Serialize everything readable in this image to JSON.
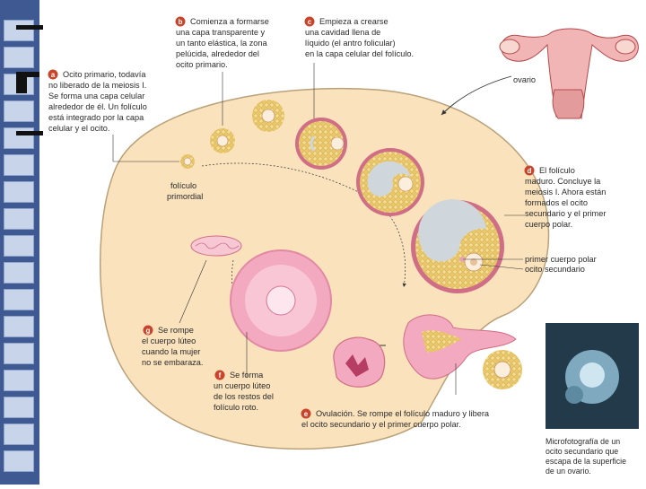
{
  "labels": {
    "a": "a",
    "a_lines": [
      "Ocito primario, todavía",
      "no liberado de la meiosis I.",
      "Se forma una capa celular",
      "alrededor de él. Un folículo",
      "está integrado por la capa",
      "celular y el ocito."
    ],
    "b": "b",
    "b_lines": [
      "Comienza a formarse",
      "una capa transparente y",
      "un tanto elástica, la zona",
      "pelúcida, alrededor del",
      "ocito primario."
    ],
    "c": "c",
    "c_lines": [
      "Empieza a crearse",
      "una cavidad llena de",
      "líquido (el antro folicular)",
      "en la capa celular del folículo."
    ],
    "d": "d",
    "d_lines": [
      "El folículo",
      "maduro. Concluye la",
      "meiosis I. Ahora están",
      "formados el ocito",
      "secundario y el primer",
      "cuerpo polar."
    ],
    "e": "e",
    "e_lines": [
      "Ovulación. Se rompe el folículo maduro y libera",
      "el ocito secundario y el primer cuerpo polar."
    ],
    "f": "f",
    "f_lines": [
      "Se forma",
      "un cuerpo lúteo",
      "de los restos del",
      "folículo roto."
    ],
    "g": "g",
    "g_lines": [
      "Se rompe",
      "el cuerpo lúteo",
      "cuando la mujer",
      "no se embaraza."
    ],
    "primordial": [
      "folículo",
      "primordial"
    ],
    "ovario": "ovario",
    "polar": "primer cuerpo polar",
    "ocito2": "ocito secundario",
    "micro": [
      "Microfotografía de un",
      "ocito secundario que",
      "escapa de la superficie",
      "de un ovario."
    ]
  },
  "colors": {
    "ovary_fill": "#f9e2bc",
    "ovary_stroke": "#b9a17a",
    "granulosa": "#e9c76a",
    "follicle_ring": "#cf6e86",
    "antrum": "#cfd7dc",
    "corpus": "#f3a9bf",
    "badge": "#c8452c",
    "strip": "#3f5a92"
  },
  "icons": [
    "uterus-illustration",
    "micrograph-photo",
    "cycle-arrows"
  ]
}
